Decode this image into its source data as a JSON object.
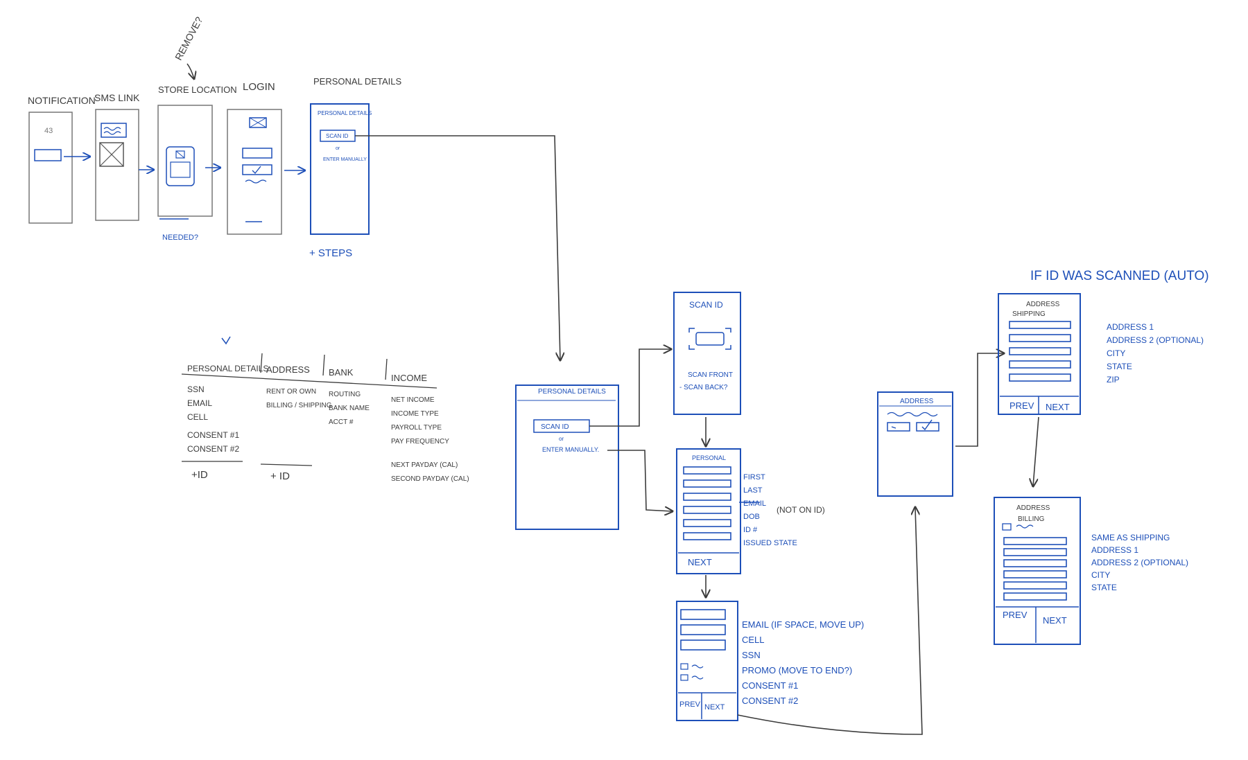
{
  "board": {
    "colors": {
      "ink_gray": "#3b3b3b",
      "ink_blue": "#1d4fb8",
      "board": "#ffffff"
    },
    "top_flow": {
      "notification": {
        "title": "NOTIFICATION",
        "screen_text": "43"
      },
      "sms_link": {
        "title": "SMS LINK"
      },
      "store_location": {
        "title": "STORE LOCATION",
        "note_remove": "REMOVE?",
        "note_needed": "NEEDED?"
      },
      "login": {
        "title": "LOGIN"
      },
      "personal_details": {
        "title": "PERSONAL DETAILS",
        "screen_heading": "PERSONAL DETAILS",
        "scan_button": "SCAN ID",
        "or": "or",
        "manual_link": "ENTER MANUALLY",
        "steps_note": "+ STEPS"
      }
    },
    "steps_table": {
      "checkmark": "✓",
      "columns": [
        {
          "header": "PERSONAL DETAILS",
          "items": [
            "SSN",
            "EMAIL",
            "CELL",
            "CONSENT #1",
            "CONSENT #2"
          ],
          "footer": "+ID"
        },
        {
          "header": "ADDRESS",
          "items": [
            "RENT OR OWN",
            "BILLING / SHIPPING"
          ],
          "footer": "+ ID"
        },
        {
          "header": "BANK",
          "items": [
            "ROUTING",
            "BANK NAME",
            "ACCT #"
          ],
          "footer": ""
        },
        {
          "header": "INCOME",
          "items": [
            "NET INCOME",
            "INCOME TYPE",
            "PAYROLL TYPE",
            "PAY FREQUENCY",
            "NEXT PAYDAY (CAL)",
            "SECOND PAYDAY (CAL)"
          ],
          "footer": ""
        }
      ]
    },
    "flow": {
      "personal_details": {
        "heading": "PERSONAL DETAILS",
        "scan_button": "SCAN ID",
        "or": "or",
        "manual_link": "ENTER MANUALLY."
      },
      "scan_id": {
        "heading": "SCAN ID",
        "caption_1": "SCAN FRONT",
        "caption_2": "- SCAN BACK?"
      },
      "personal": {
        "heading": "PERSONAL",
        "fields": [
          "FIRST",
          "LAST",
          "EMAIL",
          "DOB",
          "ID #",
          "ISSUED STATE"
        ],
        "not_on_id": "(NOT ON ID)",
        "next_button": "NEXT"
      },
      "contact": {
        "fields": [
          "EMAIL (IF SPACE, MOVE UP)",
          "CELL",
          "SSN",
          "PROMO (MOVE TO END?)",
          "CONSENT #1",
          "CONSENT #2"
        ],
        "prev_button": "PREV",
        "next_button": "NEXT"
      },
      "address": {
        "heading": "ADDRESS"
      },
      "auto_note": "IF ID WAS SCANNED (AUTO)",
      "address_shipping": {
        "heading_1": "ADDRESS",
        "heading_2": "SHIPPING",
        "fields": [
          "ADDRESS 1",
          "ADDRESS 2 (OPTIONAL)",
          "CITY",
          "STATE",
          "ZIP"
        ],
        "prev_button": "PREV",
        "next_button": "NEXT"
      },
      "address_billing": {
        "heading_1": "ADDRESS",
        "heading_2": "BILLING",
        "fields": [
          "SAME AS SHIPPING",
          "ADDRESS 1",
          "ADDRESS 2 (OPTIONAL)",
          "CITY",
          "STATE"
        ],
        "prev_button": "PREV",
        "next_button": "NEXT"
      }
    }
  }
}
